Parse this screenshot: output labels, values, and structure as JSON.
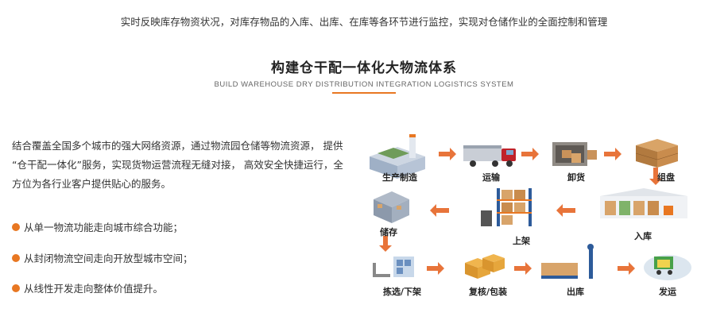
{
  "header": {
    "intro": "实时反映库存物资状况，对库存物品的入库、出库、在库等各环节进行监控，实现对仓储作业的全面控制和管理",
    "title": "构建仓干配一体化大物流体系",
    "subtitle": "BUILD WAREHOUSE DRY DISTRIBUTION INTEGRATION LOGISTICS SYSTEM"
  },
  "left": {
    "paragraph": "结合覆盖全国多个城市的强大网络资源，通过物流园仓储等物流资源， 提供 “仓干配一体化”服务，实现货物运营流程无缝对接， 高效安全快捷运行，全方位为各行业客户提供贴心的服务。",
    "bullets": [
      "从单一物流功能走向城市综合功能；",
      "从封闭物流空间走向开放型城市空间；",
      "从线性开发走向整体价值提升。"
    ]
  },
  "flow": {
    "steps": [
      "生产制造",
      "运输",
      "卸货",
      "组盘",
      "入库",
      "上架",
      "储存",
      "拣选/下架",
      "复核/包装",
      "出库",
      "发运"
    ]
  },
  "colors": {
    "accent": "#e87722",
    "arrow": "#e8743a"
  }
}
